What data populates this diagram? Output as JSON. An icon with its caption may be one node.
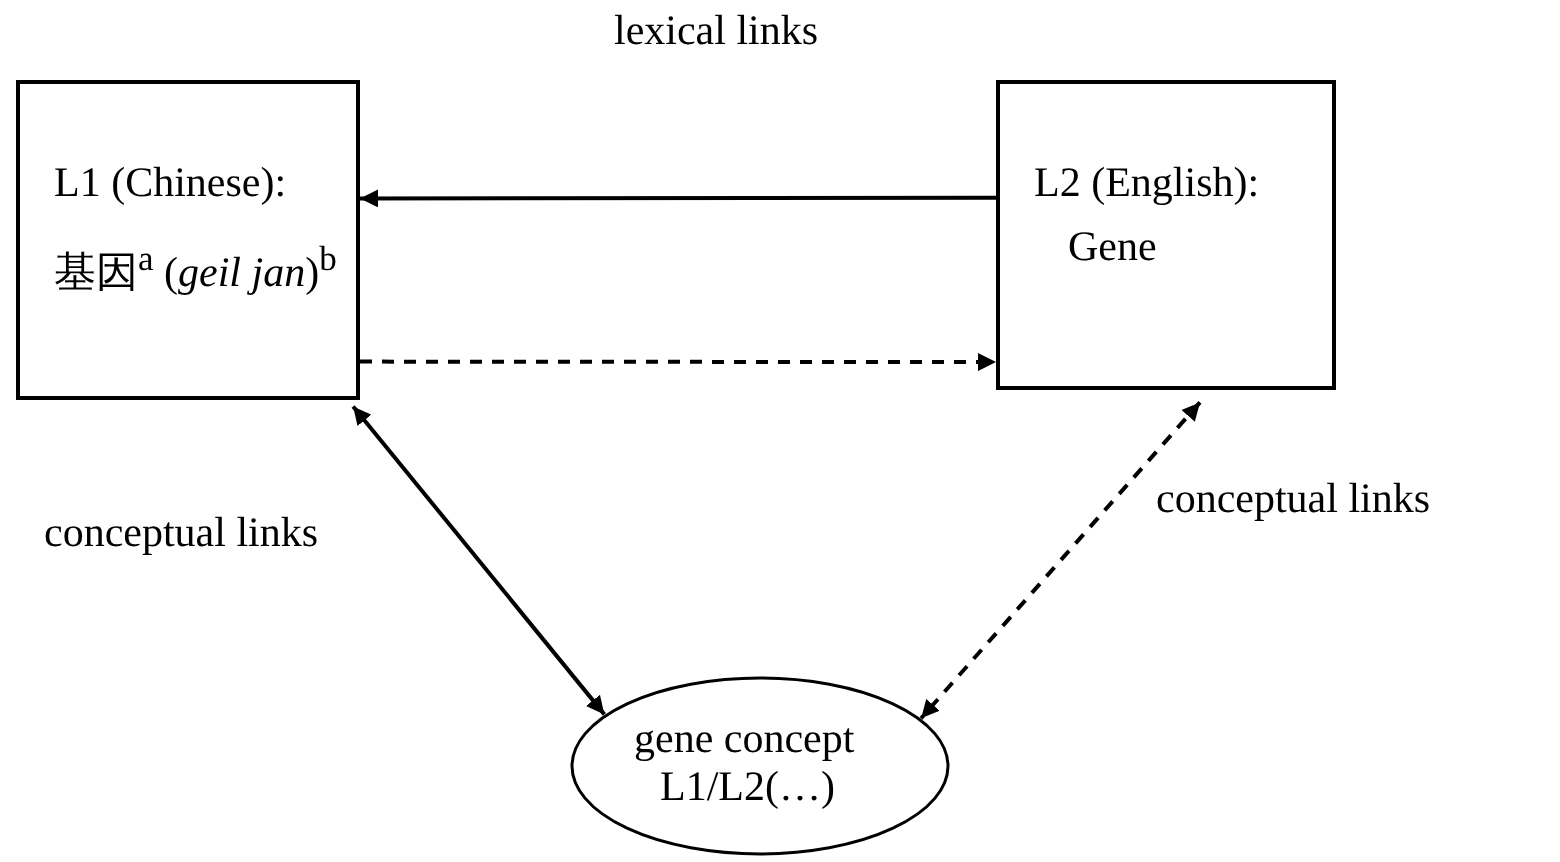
{
  "diagram": {
    "nodes": [
      {
        "text": [
          "L1 (Chinese):",
          "基因$^{a}$ (*geil jan*)$^{b}$"
        ]
      },
      {
        "text": [
          "L2 (English):",
          "Gene"
        ]
      },
      {
        "text": [
          "gene concept",
          "L1/L2(…)"
        ]
      }
    ],
    "edges": [
      {
        "from": 1,
        "to": 0,
        "arrow": "to",
        "label": "lexical links"
      },
      {
        "from": 0,
        "to": 1,
        "arrow": "to",
        "style": "dashed"
      },
      {
        "from": 0,
        "to": 2,
        "arrow": "both",
        "label": "conceptual links"
      },
      {
        "from": 1,
        "to": 2,
        "arrow": "both",
        "style": "dashed",
        "label": "conceptual links"
      }
    ]
  }
}
